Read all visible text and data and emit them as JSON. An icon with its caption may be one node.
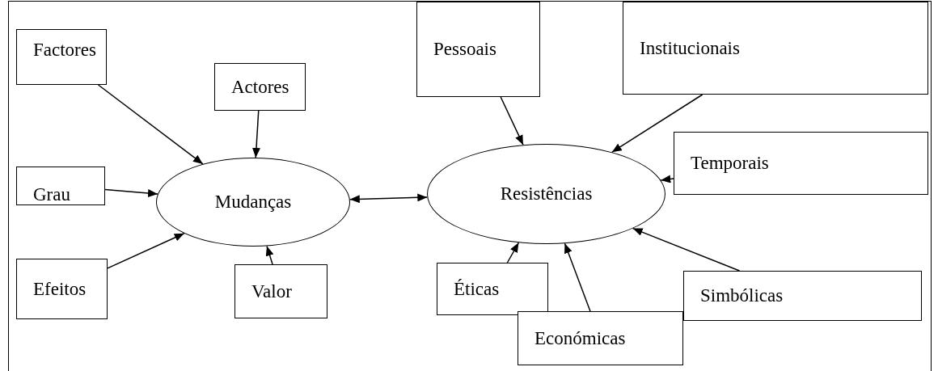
{
  "diagram": {
    "nodes": [
      {
        "text": [
          "Factores"
        ]
      },
      {
        "text": [
          "Actores"
        ]
      },
      {
        "text": [
          "Grau"
        ]
      },
      {
        "text": [
          "Mudanças"
        ]
      },
      {
        "text": [
          "Efeitos"
        ]
      },
      {
        "text": [
          "Valor"
        ]
      },
      {
        "text": [
          "Pessoais"
        ]
      },
      {
        "text": [
          "Institucionais"
        ]
      },
      {
        "text": [
          "Resistências"
        ]
      },
      {
        "text": [
          "Temporais"
        ]
      },
      {
        "text": [
          "Éticas"
        ]
      },
      {
        "text": [
          "Simbólicas"
        ]
      },
      {
        "text": [
          "Económicas"
        ]
      }
    ],
    "edges": [
      {
        "from": 0,
        "to": 3,
        "arrow": "to"
      },
      {
        "from": 1,
        "to": 3,
        "arrow": "to"
      },
      {
        "from": 2,
        "to": 3,
        "arrow": "to"
      },
      {
        "from": 4,
        "to": 3,
        "arrow": "to"
      },
      {
        "from": 5,
        "to": 3,
        "arrow": "to"
      },
      {
        "from": 3,
        "to": 8,
        "arrow": "both"
      },
      {
        "from": 6,
        "to": 8,
        "arrow": "to"
      },
      {
        "from": 7,
        "to": 8,
        "arrow": "to"
      },
      {
        "from": 9,
        "to": 8,
        "arrow": "to"
      },
      {
        "from": 10,
        "to": 8,
        "arrow": "to"
      },
      {
        "from": 11,
        "to": 8,
        "arrow": "to"
      },
      {
        "from": 12,
        "to": 8,
        "arrow": "to"
      }
    ]
  }
}
